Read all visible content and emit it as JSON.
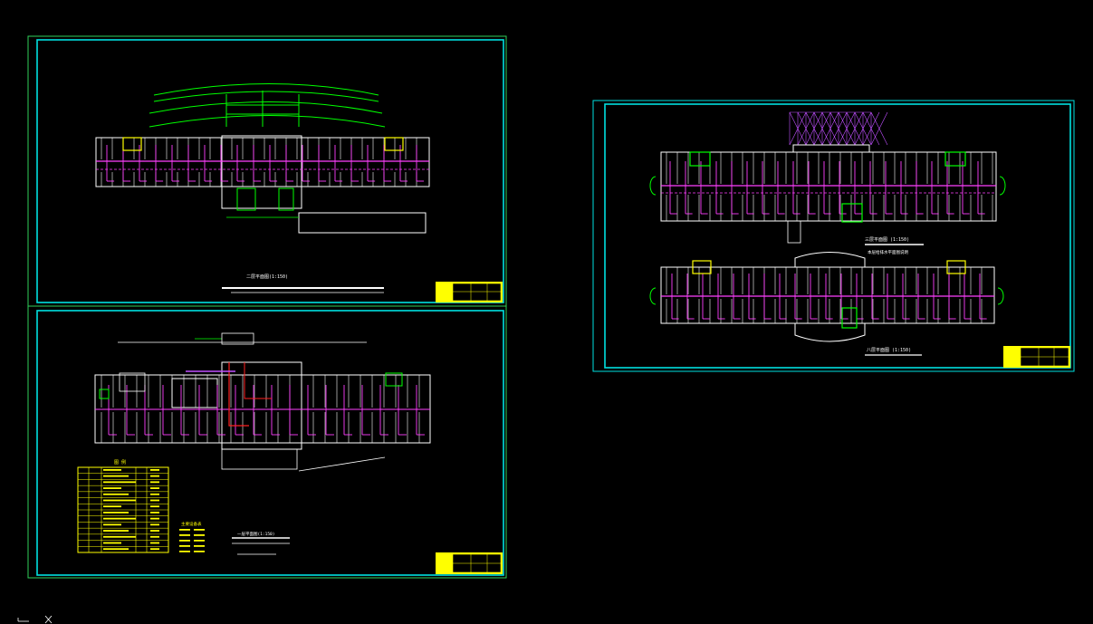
{
  "drawing": {
    "background": "#000000",
    "colors": {
      "sheet_border": "#00e0e0",
      "sheet_outer": "#2fd05a",
      "walls": "#ffffff",
      "pipes": "#ff40ff",
      "fixtures": "#00ff00",
      "title_block": "#ffff00",
      "risers": "#ff2020",
      "grid_magenta": "#c050ff"
    },
    "sheets": [
      {
        "id": "sheet-1",
        "caption": "二层平面图(1:150)"
      },
      {
        "id": "sheet-2",
        "caption": "一层平面图(1:150)"
      },
      {
        "id": "sheet-3",
        "captions": [
          {
            "text": "三层平面图 (1:150)",
            "sub": "本层给排水平面图说明"
          },
          {
            "text": "八层平面图 (1:150)"
          }
        ]
      }
    ],
    "legend": {
      "title": "图 例",
      "rows": 14,
      "notes_title": "主要设备表"
    },
    "icons": [
      "ucs-axis-icon"
    ]
  }
}
